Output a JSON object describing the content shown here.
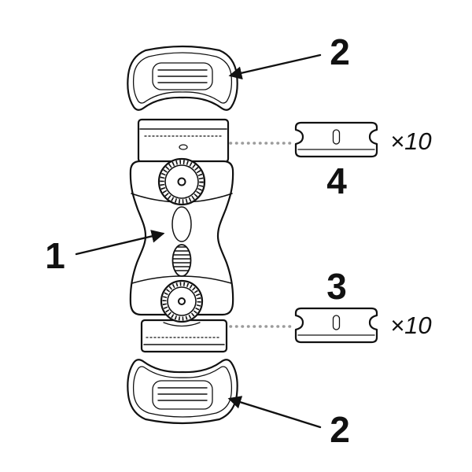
{
  "diagram": {
    "labels": {
      "body": "1",
      "cap_top": "2",
      "cap_bottom": "2",
      "blade_lower": "3",
      "blade_upper": "4",
      "qty_upper": "×10",
      "qty_lower": "×10"
    },
    "colors": {
      "line": "#111111",
      "dotted": "#9b9b9b",
      "background": "#ffffff"
    }
  }
}
